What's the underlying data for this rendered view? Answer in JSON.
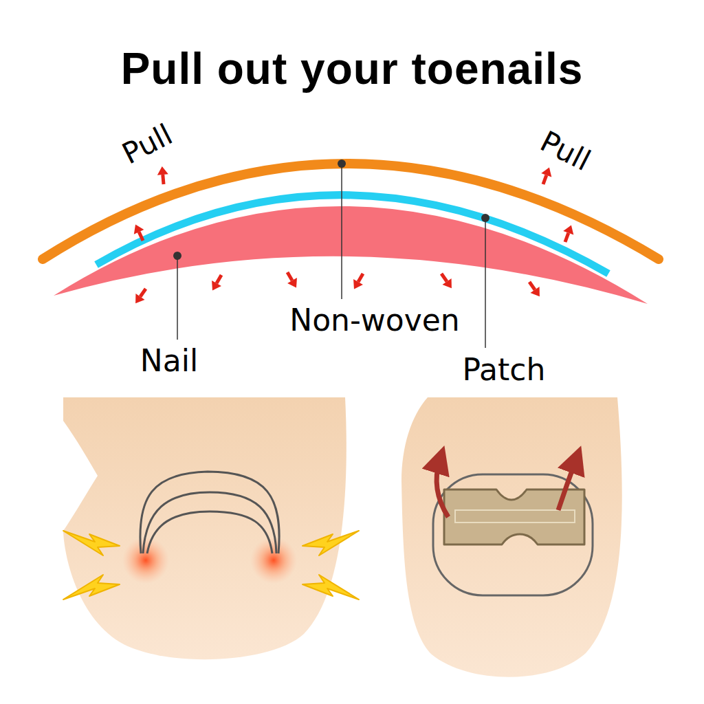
{
  "diagram": {
    "title": "Pull out your toenails",
    "labels": [
      "Pull",
      "Pull",
      "Non-woven",
      "Nail",
      "Patch"
    ]
  }
}
